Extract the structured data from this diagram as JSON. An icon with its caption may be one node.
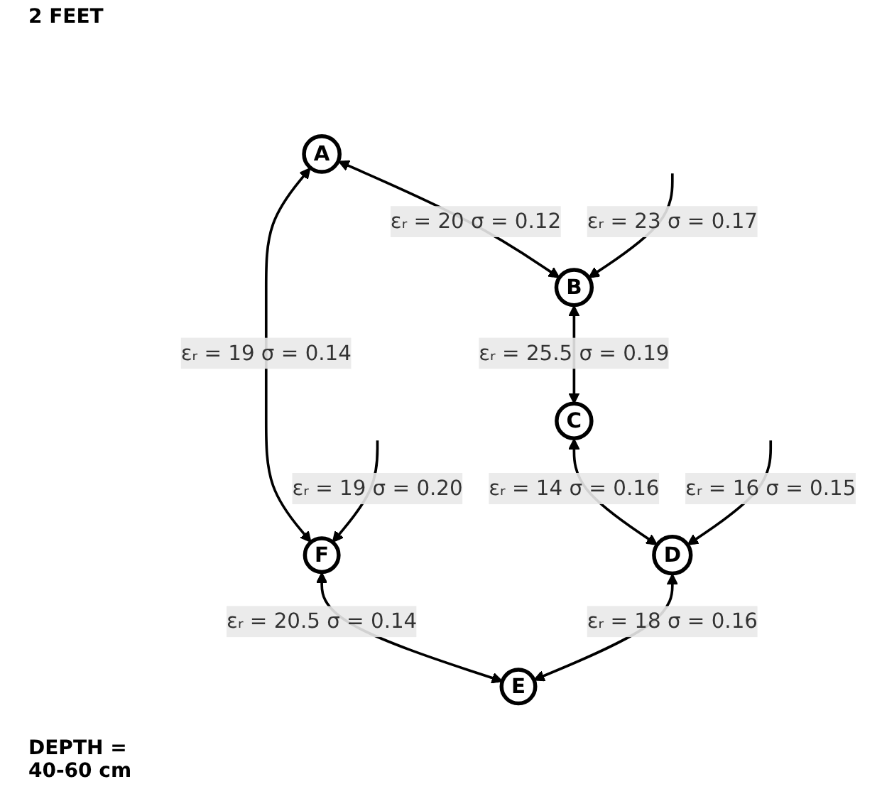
{
  "diagram": {
    "nodes": [
      {
        "text": [
          "A"
        ]
      },
      {
        "text": [
          "B"
        ]
      },
      {
        "text": [
          "C"
        ]
      },
      {
        "text": [
          "F"
        ]
      },
      {
        "text": [
          "D"
        ]
      },
      {
        "text": [
          "E"
        ]
      }
    ],
    "edges": [
      {
        "from": 0,
        "to": 1,
        "arrow": "both",
        "label": "εᵣ = 20 σ = 0.12"
      },
      {
        "from": 1,
        "to": 2,
        "arrow": "both",
        "label": "εᵣ = 25.5 σ = 0.19"
      },
      {
        "from": null,
        "to": 1,
        "arrow": "to",
        "label": "εᵣ = 23 σ = 0.17"
      },
      {
        "from": 0,
        "to": 3,
        "arrow": "both",
        "label": "εᵣ = 19 σ = 0.14"
      },
      {
        "from": 2,
        "to": 4,
        "arrow": "both",
        "label": "εᵣ = 14 σ = 0.16"
      },
      {
        "from": null,
        "to": 3,
        "arrow": "to",
        "label": "εᵣ = 19 σ = 0.20"
      },
      {
        "from": null,
        "to": 4,
        "arrow": "to",
        "label": "εᵣ = 16 σ = 0.15"
      },
      {
        "from": 3,
        "to": 5,
        "arrow": "both",
        "label": "εᵣ = 20.5 σ = 0.14"
      },
      {
        "from": 4,
        "to": 5,
        "arrow": "both",
        "label": "εᵣ = 18 σ = 0.16"
      }
    ],
    "labels": [
      "2 FEET",
      "DEPTH = 40-60 cm"
    ]
  }
}
